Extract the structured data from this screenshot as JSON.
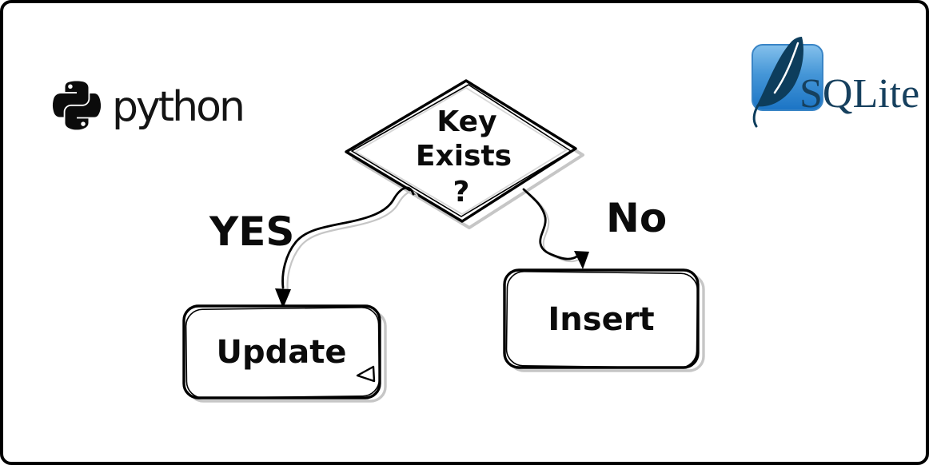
{
  "canvas": {
    "background": "#ffffff",
    "border_color": "#000000"
  },
  "logos": {
    "python": {
      "wordmark": "python",
      "color": "#000000"
    },
    "sqlite": {
      "wordmark": "SQLite",
      "text_color": "#16405e",
      "feather_color": "#0d3d5c",
      "box_gradient_top": "#85c1ec",
      "box_gradient_mid": "#4596d7",
      "box_gradient_bottom": "#1b74c5"
    }
  },
  "flowchart": {
    "style": "hand-drawn sketch",
    "ink_color": "#000000",
    "shadow_color": "#c6c6c6",
    "decision": {
      "shape": "diamond",
      "label": "Key Exists ?",
      "lines": [
        "Key",
        "Exists",
        "?"
      ]
    },
    "branches": [
      {
        "label": "YES",
        "from": "Key Exists ?",
        "to": "Update"
      },
      {
        "label": "No",
        "from": "Key Exists ?",
        "to": "Insert"
      }
    ],
    "nodes": [
      {
        "label": "Update",
        "shape": "rounded-rectangle"
      },
      {
        "label": "Insert",
        "shape": "rounded-rectangle"
      }
    ]
  }
}
